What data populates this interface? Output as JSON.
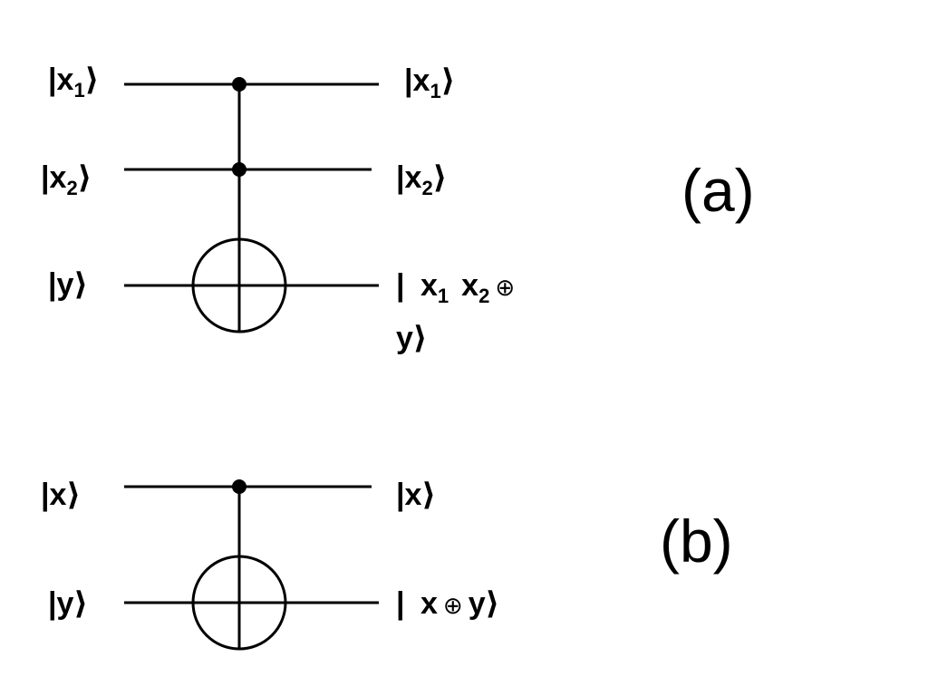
{
  "panel_a": {
    "label": "(a)",
    "inputs": {
      "x1": {
        "bar": "|",
        "var": "x",
        "sub": "1",
        "close": "⟩"
      },
      "x2": {
        "bar": "|",
        "var": "x",
        "sub": "2",
        "close": "⟩"
      },
      "y": {
        "bar": "|",
        "var": "y",
        "close": "⟩"
      }
    },
    "outputs": {
      "x1": {
        "bar": "|",
        "var": "x",
        "sub": "1",
        "close": "⟩"
      },
      "x2": {
        "bar": "|",
        "var": "x",
        "sub": "2",
        "close": "⟩"
      },
      "target": {
        "line1_bar": "| ",
        "a_var": "x",
        "a_sub": "1",
        "b_var": "x",
        "b_sub": "2",
        "op": "⊕",
        "line2_var": "y",
        "line2_close": "⟩"
      }
    }
  },
  "panel_b": {
    "label": "(b)",
    "inputs": {
      "x": {
        "bar": "|",
        "var": "x",
        "close": "⟩"
      },
      "y": {
        "bar": "|",
        "var": "y",
        "close": "⟩"
      }
    },
    "outputs": {
      "x": {
        "bar": "|",
        "var": "x",
        "close": "⟩"
      },
      "target": {
        "bar": "| ",
        "a_var": "x",
        "op": "⊕",
        "b_var": "y",
        "close": "⟩"
      }
    }
  },
  "colors": {
    "stroke": "#000000",
    "background": "#ffffff"
  }
}
